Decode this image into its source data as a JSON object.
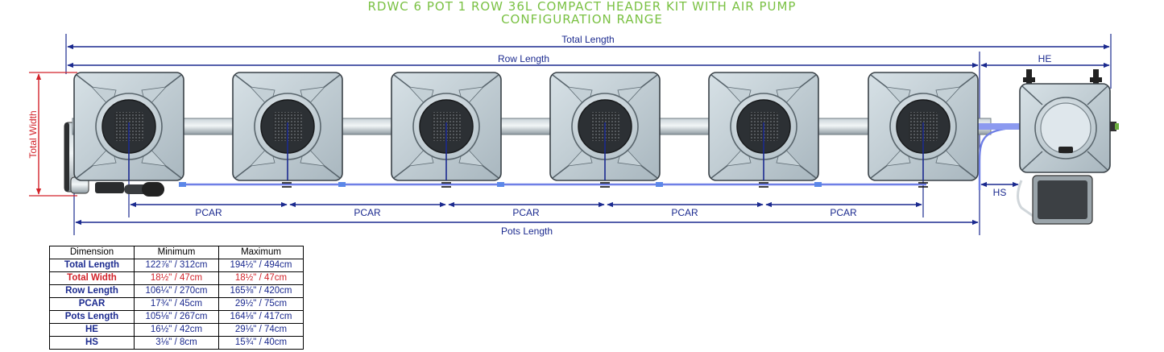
{
  "title": {
    "line1": "RDWC 6 POT 1 ROW 36L COMPACT HEADER KIT WITH AIR PUMP",
    "line2": "CONFIGURATION RANGE"
  },
  "labels": {
    "total_length": "Total Length",
    "row_length": "Row Length",
    "he": "HE",
    "total_width": "Total Width",
    "hs": "HS",
    "pcar": "PCAR",
    "pots_length": "Pots Length"
  },
  "colors": {
    "dimension_blue": "#1b2a8f",
    "highlight_red": "#d2232a",
    "title_green": "#7ac143"
  },
  "table": {
    "headers": [
      "Dimension",
      "Minimum",
      "Maximum"
    ],
    "rows": [
      {
        "dimension": "Total Length",
        "minimum": "122⅞\" / 312cm",
        "maximum": "194½\" / 494cm",
        "highlight": false
      },
      {
        "dimension": "Total Width",
        "minimum": "18½\" / 47cm",
        "maximum": "18½\" / 47cm",
        "highlight": true
      },
      {
        "dimension": "Row Length",
        "minimum": "106¼\" / 270cm",
        "maximum": "165⅜\" / 420cm",
        "highlight": false
      },
      {
        "dimension": "PCAR",
        "minimum": "17¾\" / 45cm",
        "maximum": "29½\" / 75cm",
        "highlight": false
      },
      {
        "dimension": "Pots Length",
        "minimum": "105⅛\" / 267cm",
        "maximum": "164⅛\" / 417cm",
        "highlight": false
      },
      {
        "dimension": "HE",
        "minimum": "16½\" / 42cm",
        "maximum": "29⅛\" / 74cm",
        "highlight": false
      },
      {
        "dimension": "HS",
        "minimum": "3⅛\" / 8cm",
        "maximum": "15¾\" / 40cm",
        "highlight": false
      }
    ]
  }
}
